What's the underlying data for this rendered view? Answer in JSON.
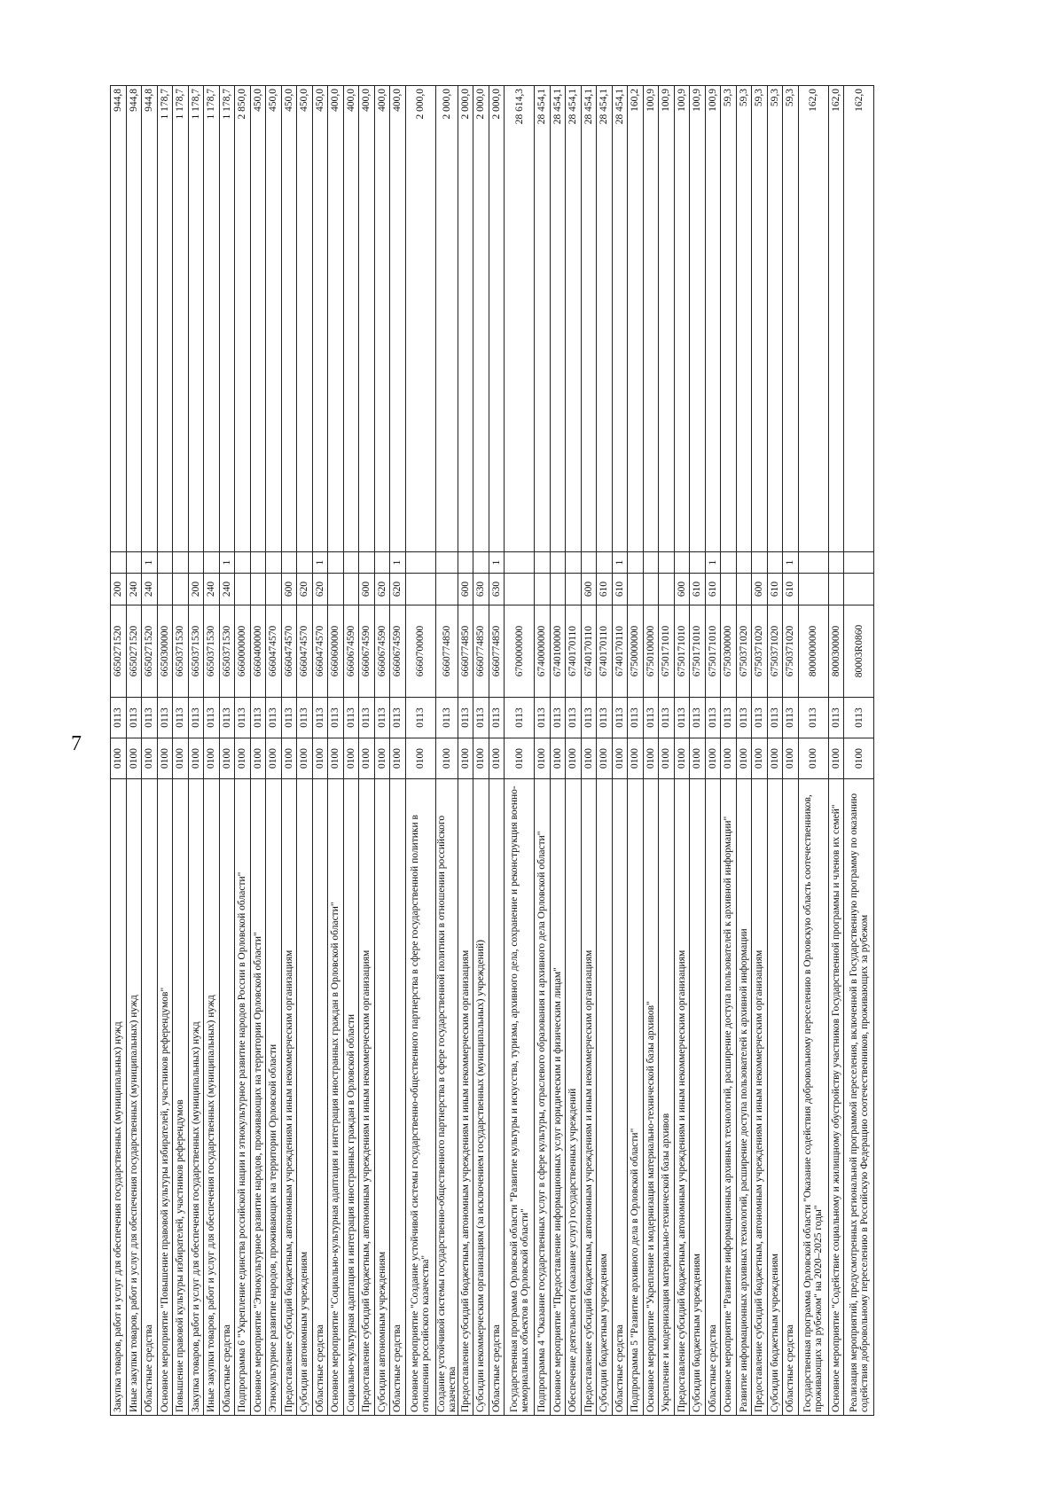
{
  "page_number": "7",
  "rows": [
    {
      "name": "Закупка товаров, работ и услуг для обеспечения государственных (муниципальных) нужд",
      "razdel": "0100",
      "podr": "0113",
      "csr": "6650271520",
      "vr": "200",
      "f": "",
      "amount": "944,8",
      "tall": false
    },
    {
      "name": "Иные закупки товаров, работ и услуг для обеспечения государственных (муниципальных) нужд",
      "razdel": "0100",
      "podr": "0113",
      "csr": "6650271520",
      "vr": "240",
      "f": "",
      "amount": "944,8",
      "tall": false
    },
    {
      "name": "Областные средства",
      "razdel": "0100",
      "podr": "0113",
      "csr": "6650271520",
      "vr": "240",
      "f": "1",
      "amount": "944,8",
      "tall": false
    },
    {
      "name": "Основное мероприятие \"Повышение правовой культуры избирателей, участников референдумов\"",
      "razdel": "0100",
      "podr": "0113",
      "csr": "6650300000",
      "vr": "",
      "f": "",
      "amount": "1 178,7",
      "tall": false
    },
    {
      "name": "Повышение правовой культуры избирателей, участников референдумов",
      "razdel": "0100",
      "podr": "0113",
      "csr": "6650371530",
      "vr": "",
      "f": "",
      "amount": "1 178,7",
      "tall": false
    },
    {
      "name": "Закупка товаров, работ и услуг для обеспечения государственных (муниципальных) нужд",
      "razdel": "0100",
      "podr": "0113",
      "csr": "6650371530",
      "vr": "200",
      "f": "",
      "amount": "1 178,7",
      "tall": false
    },
    {
      "name": "Иные закупки товаров, работ и услуг для обеспечения государственных (муниципальных) нужд",
      "razdel": "0100",
      "podr": "0113",
      "csr": "6650371530",
      "vr": "240",
      "f": "",
      "amount": "1 178,7",
      "tall": false
    },
    {
      "name": "Областные средства",
      "razdel": "0100",
      "podr": "0113",
      "csr": "6650371530",
      "vr": "240",
      "f": "1",
      "amount": "1 178,7",
      "tall": false
    },
    {
      "name": "Подпрограмма 6 \"Укрепление единства российской нации и этнокультурное развитие народов России в Орловской области\"",
      "razdel": "0100",
      "podr": "0113",
      "csr": "6660000000",
      "vr": "",
      "f": "",
      "amount": "2 850,0",
      "tall": false
    },
    {
      "name": "Основное мероприятие \"Этнокультурное развитие народов, проживающих на территории Орловской области\"",
      "razdel": "0100",
      "podr": "0113",
      "csr": "6660400000",
      "vr": "",
      "f": "",
      "amount": "450,0",
      "tall": false
    },
    {
      "name": "Этнокультурное развитие народов, проживающих на территории Орловской области",
      "razdel": "0100",
      "podr": "0113",
      "csr": "6660474570",
      "vr": "",
      "f": "",
      "amount": "450,0",
      "tall": false
    },
    {
      "name": "Предоставление субсидий бюджетным, автономным учреждениям и иным некоммерческим организациям",
      "razdel": "0100",
      "podr": "0113",
      "csr": "6660474570",
      "vr": "600",
      "f": "",
      "amount": "450,0",
      "tall": false
    },
    {
      "name": "Субсидии автономным учреждениям",
      "razdel": "0100",
      "podr": "0113",
      "csr": "6660474570",
      "vr": "620",
      "f": "",
      "amount": "450,0",
      "tall": false
    },
    {
      "name": "Областные средства",
      "razdel": "0100",
      "podr": "0113",
      "csr": "6660474570",
      "vr": "620",
      "f": "1",
      "amount": "450,0",
      "tall": false
    },
    {
      "name": "Основное мероприятие \"Социально-культурная адаптация и интеграция иностранных граждан в Орловской области\"",
      "razdel": "0100",
      "podr": "0113",
      "csr": "6660600000",
      "vr": "",
      "f": "",
      "amount": "400,0",
      "tall": false
    },
    {
      "name": "Социально-культурная адаптация и интеграция иностранных граждан в Орловской области",
      "razdel": "0100",
      "podr": "0113",
      "csr": "6660674590",
      "vr": "",
      "f": "",
      "amount": "400,0",
      "tall": false
    },
    {
      "name": "Предоставление субсидий бюджетным, автономным учреждениям и иным некоммерческим организациям",
      "razdel": "0100",
      "podr": "0113",
      "csr": "6660674590",
      "vr": "600",
      "f": "",
      "amount": "400,0",
      "tall": false
    },
    {
      "name": "Субсидии автономным учреждениям",
      "razdel": "0100",
      "podr": "0113",
      "csr": "6660674590",
      "vr": "620",
      "f": "",
      "amount": "400,0",
      "tall": false
    },
    {
      "name": "Областные средства",
      "razdel": "0100",
      "podr": "0113",
      "csr": "6660674590",
      "vr": "620",
      "f": "1",
      "amount": "400,0",
      "tall": false
    },
    {
      "name": "Основное мероприятие \"Создание устойчивой системы государственно-общественного партнерства в сфере государственной политики в отношении российского казачества\"",
      "razdel": "0100",
      "podr": "0113",
      "csr": "6660700000",
      "vr": "",
      "f": "",
      "amount": "2 000,0",
      "tall": true
    },
    {
      "name": "Создание устойчивой системы государственно-общественного партнерства в сфере государственной политики в отношении российского казачества",
      "razdel": "0100",
      "podr": "0113",
      "csr": "6660774850",
      "vr": "",
      "f": "",
      "amount": "2 000,0",
      "tall": false
    },
    {
      "name": "Предоставление субсидий бюджетным, автономным учреждениям и иным некоммерческим организациям",
      "razdel": "0100",
      "podr": "0113",
      "csr": "6660774850",
      "vr": "600",
      "f": "",
      "amount": "2 000,0",
      "tall": false
    },
    {
      "name": "Субсидии некоммерческим организациям (за исключением государственных (муниципальных) учреждений)",
      "razdel": "0100",
      "podr": "0113",
      "csr": "6660774850",
      "vr": "630",
      "f": "",
      "amount": "2 000,0",
      "tall": false
    },
    {
      "name": "Областные средства",
      "razdel": "0100",
      "podr": "0113",
      "csr": "6660774850",
      "vr": "630",
      "f": "1",
      "amount": "2 000,0",
      "tall": false
    },
    {
      "name": "Государственная программа Орловской области \"Развитие культуры и искусства, туризма, архивного дела, сохранение и реконструкция военно-мемориальных объектов в Орловской области\"",
      "razdel": "0100",
      "podr": "0113",
      "csr": "6700000000",
      "vr": "",
      "f": "",
      "amount": "28 614,3",
      "tall": true
    },
    {
      "name": "Подпрограмма 4 \"Оказание государственных услуг в сфере культуры, отраслевого образования и архивного дела Орловской области\"",
      "razdel": "0100",
      "podr": "0113",
      "csr": "6740000000",
      "vr": "",
      "f": "",
      "amount": "28 454,1",
      "tall": false
    },
    {
      "name": "Основное мероприятие \"Предоставление информационных услуг юридическим и физическим лицам\"",
      "razdel": "0100",
      "podr": "0113",
      "csr": "6740100000",
      "vr": "",
      "f": "",
      "amount": "28 454,1",
      "tall": false
    },
    {
      "name": "Обеспечение деятельности (оказание услуг) государственных учреждений",
      "razdel": "0100",
      "podr": "0113",
      "csr": "6740170110",
      "vr": "",
      "f": "",
      "amount": "28 454,1",
      "tall": false
    },
    {
      "name": "Предоставление субсидий бюджетным, автономным учреждениям и иным некоммерческим организациям",
      "razdel": "0100",
      "podr": "0113",
      "csr": "6740170110",
      "vr": "600",
      "f": "",
      "amount": "28 454,1",
      "tall": false
    },
    {
      "name": "Субсидии бюджетным учреждениям",
      "razdel": "0100",
      "podr": "0113",
      "csr": "6740170110",
      "vr": "610",
      "f": "",
      "amount": "28 454,1",
      "tall": false
    },
    {
      "name": "Областные средства",
      "razdel": "0100",
      "podr": "0113",
      "csr": "6740170110",
      "vr": "610",
      "f": "1",
      "amount": "28 454,1",
      "tall": false
    },
    {
      "name": "Подпрограмма 5 \"Развитие архивного дела в Орловской области\"",
      "razdel": "0100",
      "podr": "0113",
      "csr": "6750000000",
      "vr": "",
      "f": "",
      "amount": "160,2",
      "tall": false
    },
    {
      "name": "Основное мероприятие \"Укрепление и модернизация материально-технической базы архивов\"",
      "razdel": "0100",
      "podr": "0113",
      "csr": "6750100000",
      "vr": "",
      "f": "",
      "amount": "100,9",
      "tall": false
    },
    {
      "name": "Укрепление и модернизация материально-технической базы архивов",
      "razdel": "0100",
      "podr": "0113",
      "csr": "6750171010",
      "vr": "",
      "f": "",
      "amount": "100,9",
      "tall": false
    },
    {
      "name": "Предоставление субсидий бюджетным, автономным учреждениям и иным некоммерческим организациям",
      "razdel": "0100",
      "podr": "0113",
      "csr": "6750171010",
      "vr": "600",
      "f": "",
      "amount": "100,9",
      "tall": false
    },
    {
      "name": "Субсидии бюджетным учреждениям",
      "razdel": "0100",
      "podr": "0113",
      "csr": "6750171010",
      "vr": "610",
      "f": "",
      "amount": "100,9",
      "tall": false
    },
    {
      "name": "Областные средства",
      "razdel": "0100",
      "podr": "0113",
      "csr": "6750171010",
      "vr": "610",
      "f": "1",
      "amount": "100,9",
      "tall": false
    },
    {
      "name": "Основное мероприятие \"Развитие информационных архивных технологий, расширение доступа пользователей к архивной информации\"",
      "razdel": "0100",
      "podr": "0113",
      "csr": "6750300000",
      "vr": "",
      "f": "",
      "amount": "59,3",
      "tall": false
    },
    {
      "name": "Развитие информационных архивных технологий, расширение доступа пользователей к архивной информации",
      "razdel": "0100",
      "podr": "0113",
      "csr": "6750371020",
      "vr": "",
      "f": "",
      "amount": "59,3",
      "tall": false
    },
    {
      "name": "Предоставление субсидий бюджетным, автономным учреждениям и иным некоммерческим организациям",
      "razdel": "0100",
      "podr": "0113",
      "csr": "6750371020",
      "vr": "600",
      "f": "",
      "amount": "59,3",
      "tall": false
    },
    {
      "name": "Субсидии бюджетным учреждениям",
      "razdel": "0100",
      "podr": "0113",
      "csr": "6750371020",
      "vr": "610",
      "f": "",
      "amount": "59,3",
      "tall": false
    },
    {
      "name": "Областные средства",
      "razdel": "0100",
      "podr": "0113",
      "csr": "6750371020",
      "vr": "610",
      "f": "1",
      "amount": "59,3",
      "tall": false
    },
    {
      "name": "Государственная программа Орловской области \"Оказание содействия добровольному переселению в Орловскую область соотечественников, проживающих за рубежом\" на 2020–2025 годы\"",
      "razdel": "0100",
      "podr": "0113",
      "csr": "8000000000",
      "vr": "",
      "f": "",
      "amount": "162,0",
      "tall": true
    },
    {
      "name": "Основное мероприятие \"Содействие социальному и жилищному обустройству участников Государственной программы и членов их семей\"",
      "razdel": "0100",
      "podr": "0113",
      "csr": "8000300000",
      "vr": "",
      "f": "",
      "amount": "162,0",
      "tall": false
    },
    {
      "name": "Реализация мероприятий, предусмотренных региональной программой переселения, включенной в Государственную программу по оказанию содействия добровольному переселению в Российскую Федерацию соотечественников, проживающих за рубежом",
      "razdel": "0100",
      "podr": "0113",
      "csr": "80003R0860",
      "vr": "",
      "f": "",
      "amount": "162,0",
      "tall": true
    }
  ]
}
